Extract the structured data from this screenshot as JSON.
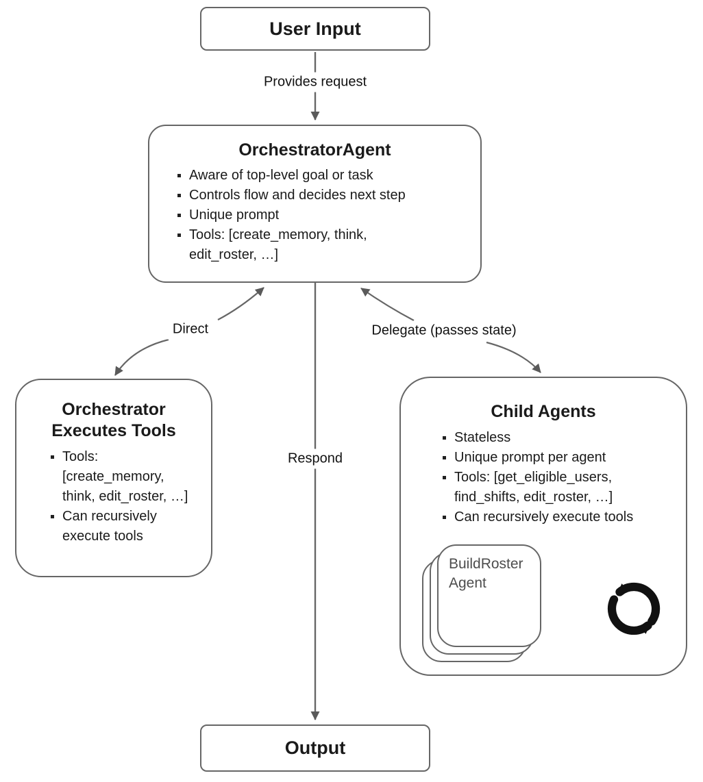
{
  "diagram": {
    "background": "#ffffff",
    "line_color": "#666666",
    "arrowhead_color": "#5a5a5a",
    "text_color": "#1a1a1a",
    "nodes": {
      "user_input": {
        "title": "User Input"
      },
      "orchestrator": {
        "title": "OrchestratorAgent",
        "bullets": [
          "Aware of top-level goal or task",
          "Controls flow and decides next step",
          "Unique prompt",
          "Tools: [create_memory, think, edit_roster, …]"
        ]
      },
      "orchestrator_executes_tools": {
        "title": "Orchestrator Executes Tools",
        "bullets": [
          "Tools: [create_memory, think, edit_roster, …]",
          "Can recursively execute tools"
        ]
      },
      "child_agents": {
        "title": "Child Agents",
        "bullets": [
          "Stateless",
          "Unique prompt per agent",
          "Tools: [get_eligible_users, find_shifts, edit_roster, …]",
          "Can recursively execute tools"
        ],
        "stacked_card_label": "BuildRoster Agent",
        "card_text_color": "#4d4d4d",
        "icon": "refresh-cycle",
        "icon_color": "#111111"
      },
      "output": {
        "title": "Output"
      }
    },
    "edges": {
      "provides_request": {
        "label": "Provides request"
      },
      "direct": {
        "label": "Direct"
      },
      "delegate": {
        "label": "Delegate (passes state)"
      },
      "respond": {
        "label": "Respond"
      }
    }
  }
}
